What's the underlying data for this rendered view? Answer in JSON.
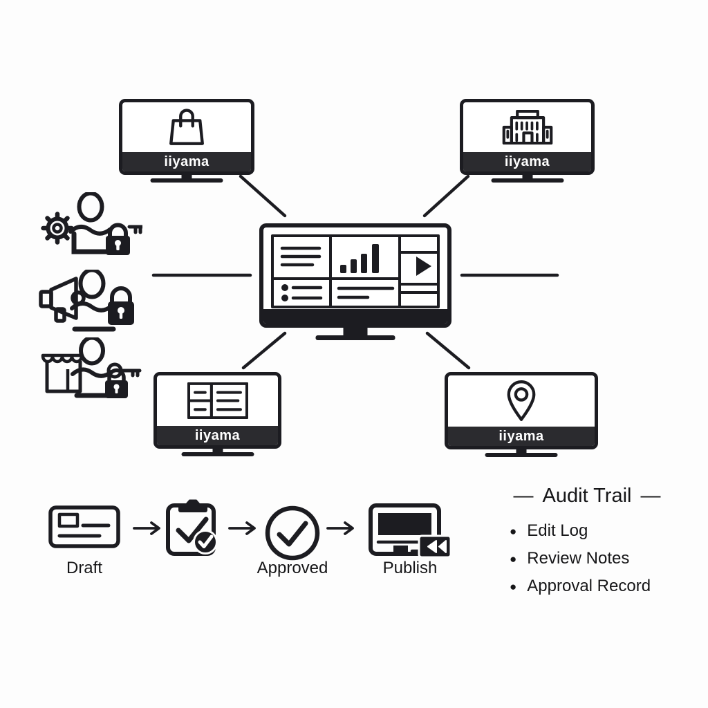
{
  "colors": {
    "background": "#fdfdfd",
    "ink": "#1c1c21",
    "brand_bar": "#2b2b2f",
    "brand_text": "#ffffff"
  },
  "network": {
    "hub": {
      "icon": "dashboard-monitor-icon"
    },
    "screens": [
      {
        "position": "top-left",
        "label": "iiyama",
        "icon": "shopping-bag-icon"
      },
      {
        "position": "top-right",
        "label": "iiyama",
        "icon": "building-icon"
      },
      {
        "position": "bottom-left",
        "label": "iiyama",
        "icon": "menu-board-icon"
      },
      {
        "position": "bottom-right",
        "label": "iiyama",
        "icon": "location-pin-icon"
      }
    ]
  },
  "roles": [
    {
      "icon": "admin-user-gear-key-lock-icon"
    },
    {
      "icon": "marketing-user-megaphone-lock-icon"
    },
    {
      "icon": "store-user-awning-key-lock-icon"
    }
  ],
  "workflow": {
    "steps": [
      {
        "label": "Draft",
        "icon": "draft-card-icon"
      },
      {
        "label": "",
        "icon": "review-clipboard-check-icon"
      },
      {
        "label": "Approved",
        "icon": "approved-check-circle-icon"
      },
      {
        "label": "Publish",
        "icon": "publish-screens-icon"
      }
    ],
    "arrow_icon": "arrow-right-icon"
  },
  "audit": {
    "dash": "—",
    "title": "Audit Trail",
    "bullet": "●",
    "items": [
      "Edit Log",
      "Review Notes",
      "Approval Record"
    ]
  }
}
